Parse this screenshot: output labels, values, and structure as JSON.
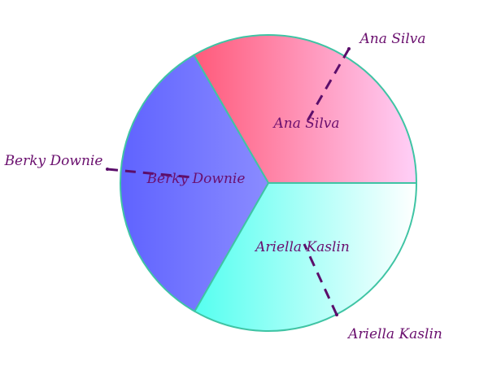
{
  "chart_data": {
    "type": "pie",
    "title": "",
    "start_angle_deg": 0,
    "direction": "counterclockwise",
    "series": [
      {
        "name": "",
        "slices": [
          {
            "label": "Ana Silva",
            "outer_label": "Ana Silva",
            "value": 33.4,
            "color_start": "#ff5a7a",
            "color_end": "#ffd0f8"
          },
          {
            "label": "Berky Downie",
            "outer_label": "Berky Downie",
            "value": 33.3,
            "color_start": "#5f63ff",
            "color_end": "#8a8bff"
          },
          {
            "label": "Ariella Kaslin",
            "outer_label": "Ariella Kaslin",
            "value": 33.3,
            "color_start": "#55fff0",
            "color_end": "#ffffff"
          }
        ]
      }
    ],
    "colors": {
      "slice_border": "#3fc4a4",
      "label": "#6a0f6e",
      "leader_line": "#5b0e6a"
    }
  }
}
